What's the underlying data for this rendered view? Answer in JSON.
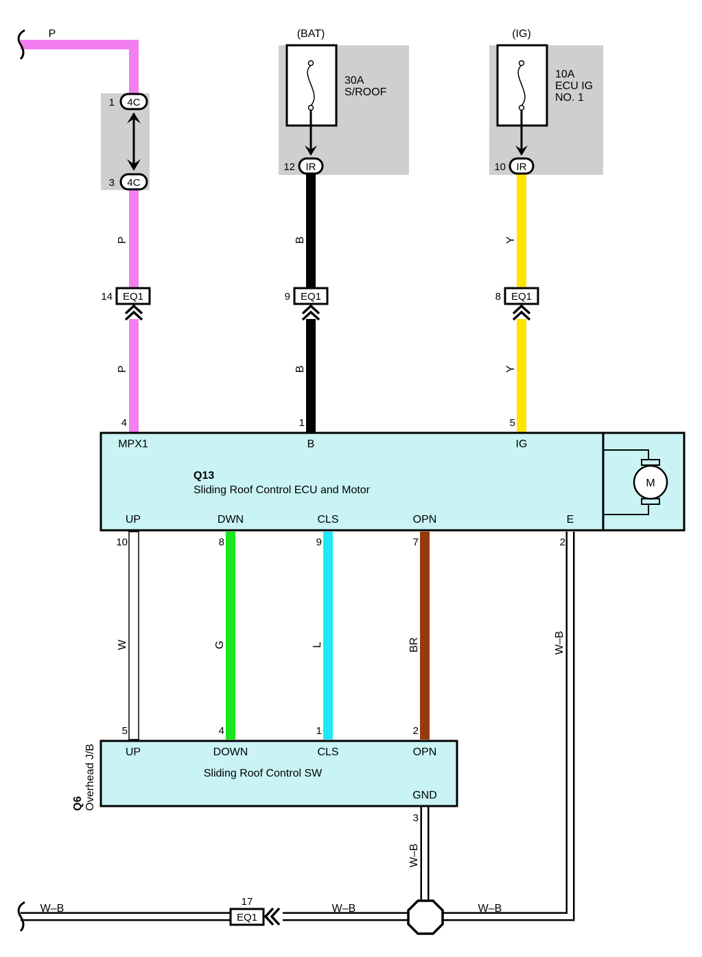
{
  "colors": {
    "pink": "#f27ef0",
    "black": "#000000",
    "yellow": "#ffe400",
    "green": "#19e61d",
    "cyan": "#1fe8f6",
    "brown": "#973a0c",
    "box_fill": "#c9f3f4",
    "gray_fill": "#cfcfcf"
  },
  "supplies": {
    "bat": "(BAT)",
    "ig": "(IG)"
  },
  "fuses": {
    "sroof_amp": "30A",
    "sroof_name": "S/ROOF",
    "ecuig_amp": "10A",
    "ecuig_name_1": "ECU IG",
    "ecuig_name_2": "NO. 1"
  },
  "connectors": {
    "c4c": "4C",
    "ir": "IR",
    "eq1": "EQ1"
  },
  "pins": {
    "p4c_1": "1",
    "p4c_3": "3",
    "ir_12": "12",
    "ir_10": "10",
    "eq1_14": "14",
    "eq1_9": "9",
    "eq1_8": "8",
    "eq1_17": "17",
    "q13_4": "4",
    "q13_1": "1",
    "q13_5": "5",
    "q13_10": "10",
    "q13_8": "8",
    "q13_9": "9",
    "q13_7": "7",
    "q13_2": "2",
    "q6_5": "5",
    "q6_4": "4",
    "q6_1": "1",
    "q6_2": "2",
    "q6_3": "3"
  },
  "wires": {
    "p": "P",
    "b": "B",
    "y": "Y",
    "w": "W",
    "g": "G",
    "l": "L",
    "br": "BR",
    "wb": "W–B"
  },
  "ecu": {
    "id": "Q13",
    "name": "Sliding Roof Control ECU and Motor",
    "terminals": {
      "mpx1": "MPX1",
      "b": "B",
      "ig": "IG",
      "up": "UP",
      "dwn": "DWN",
      "cls": "CLS",
      "opn": "OPN",
      "e": "E"
    },
    "motor": "M"
  },
  "switch": {
    "id": "Q6",
    "location": "Overhead J/B",
    "name": "Sliding Roof Control SW",
    "terminals": {
      "up": "UP",
      "down": "DOWN",
      "cls": "CLS",
      "opn": "OPN",
      "gnd": "GND"
    }
  }
}
